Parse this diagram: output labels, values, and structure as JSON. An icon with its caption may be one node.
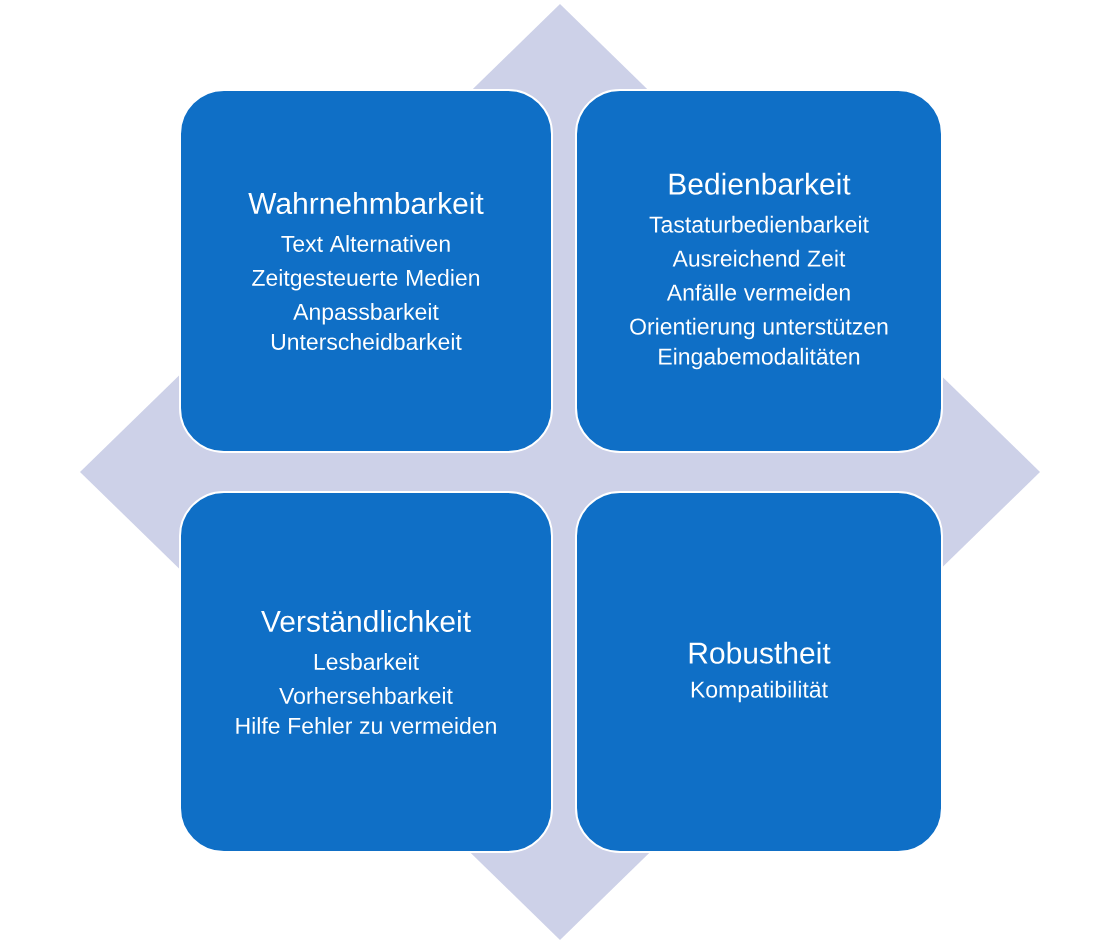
{
  "diagram": {
    "nodes": [
      {
        "text": [
          "Wahrnehmbarkeit",
          "Text Alternativen",
          "Zeitgesteuerte Medien",
          "Anpassbarkeit",
          "Unterscheidbarkeit"
        ]
      },
      {
        "text": [
          "Bedienbarkeit",
          "Tastaturbedienbarkeit",
          "Ausreichend Zeit",
          "Anfälle vermeiden",
          "Orientierung unterstützen",
          "Eingabemodalitäten"
        ]
      },
      {
        "text": [
          "Verständlichkeit",
          "Lesbarkeit",
          "Vorhersehbarkeit",
          "Hilfe Fehler zu vermeiden"
        ]
      },
      {
        "text": [
          "Robustheit",
          "Kompatibilität"
        ]
      }
    ]
  }
}
